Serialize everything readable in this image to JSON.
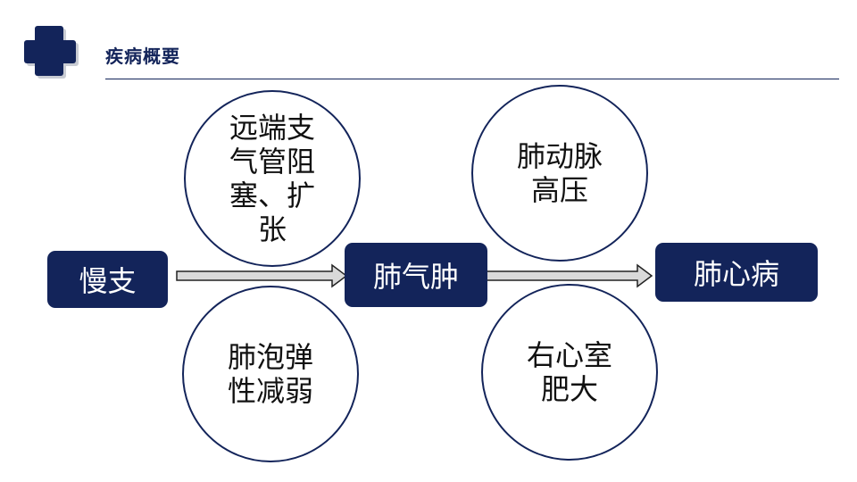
{
  "header": {
    "title": "疾病概要"
  },
  "flow": {
    "nodes": [
      "慢支",
      "肺气肿",
      "肺心病"
    ]
  },
  "causes": {
    "c1": [
      "远端支",
      "气管阻",
      "塞、扩",
      "张"
    ],
    "c2": [
      "肺泡弹",
      "性减弱"
    ],
    "c3": [
      "肺动脉",
      "高压"
    ],
    "c4": [
      "右心室",
      "肥大"
    ]
  },
  "colors": {
    "accent": "#13245a",
    "arrow_fill": "#d9d9d9"
  }
}
